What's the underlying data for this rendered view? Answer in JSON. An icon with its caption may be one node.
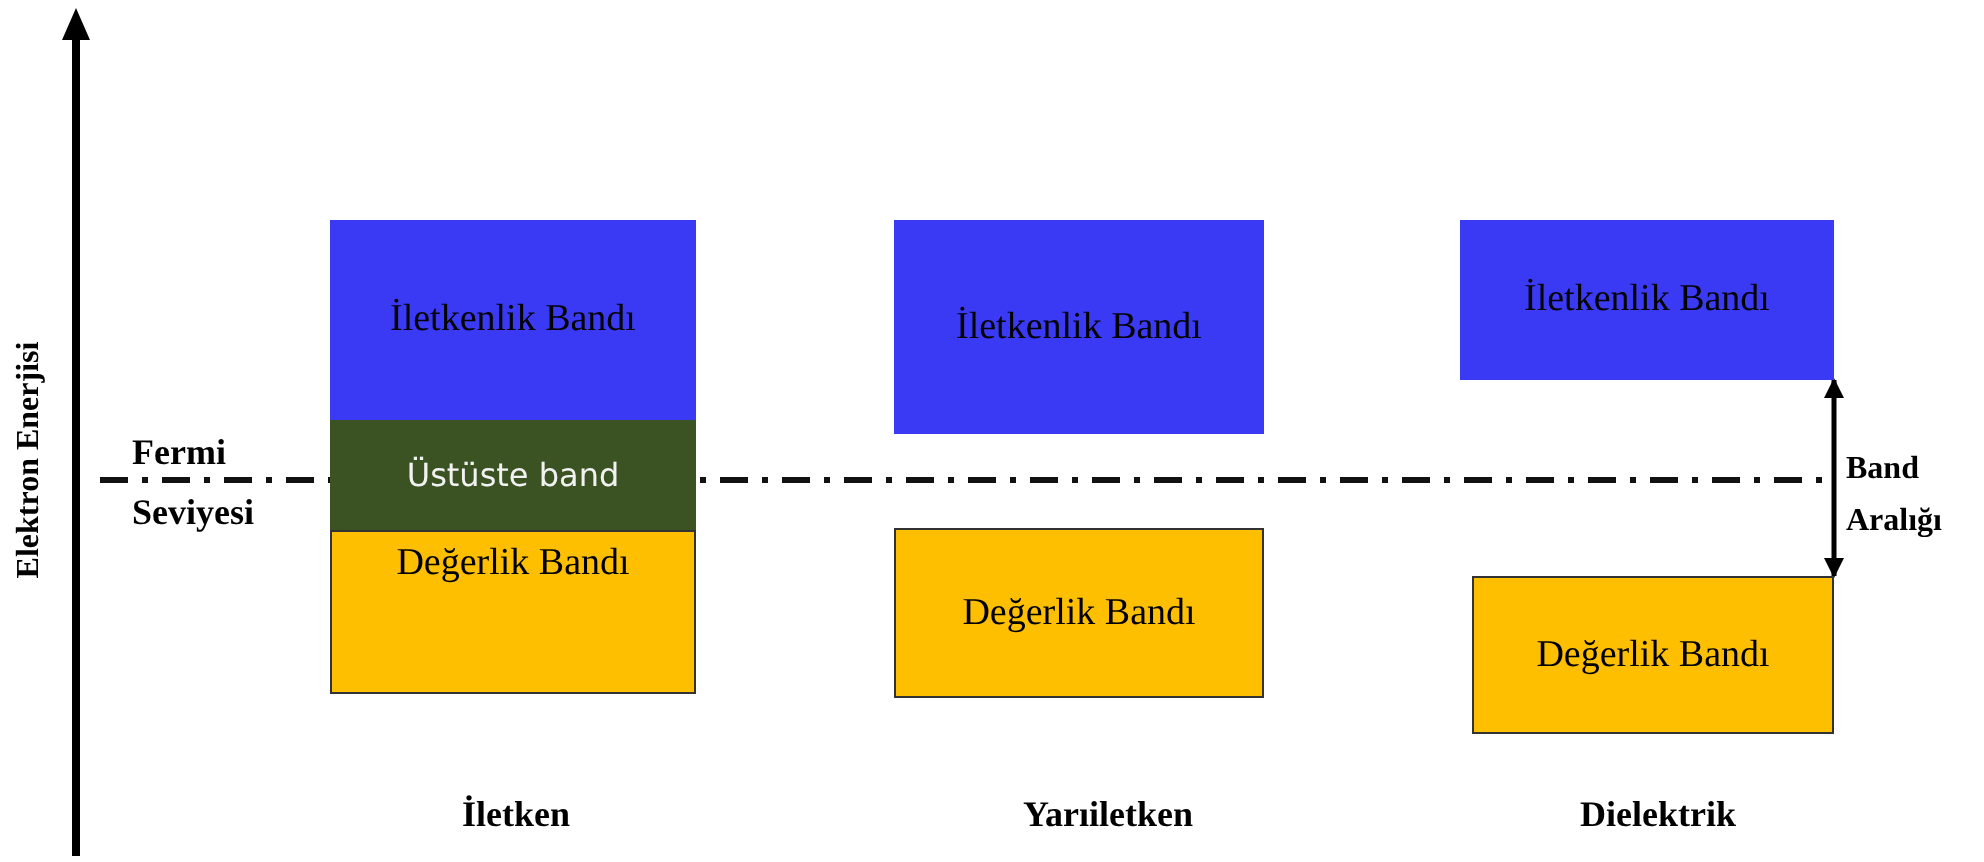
{
  "diagram": {
    "nodes": [
      {
        "text": [
          "İletkenlik Bandı"
        ]
      },
      {
        "text": [
          "Üstüste band"
        ]
      },
      {
        "text": [
          "Değerlik Bandı"
        ]
      },
      {
        "text": [
          "İletkenlik Bandı"
        ]
      },
      {
        "text": [
          "Değerlik Bandı"
        ]
      },
      {
        "text": [
          "İletkenlik Bandı"
        ]
      },
      {
        "text": [
          "Değerlik Bandı"
        ]
      }
    ],
    "edges": [
      {
        "from": 5,
        "to": 6,
        "arrow": "both",
        "label": "Band Aralığı"
      }
    ],
    "labels": [
      "Fermi Seviyesi",
      "Elektron Enerjisi",
      "İletken",
      "Yarıiletken",
      "Dielektrik"
    ]
  }
}
